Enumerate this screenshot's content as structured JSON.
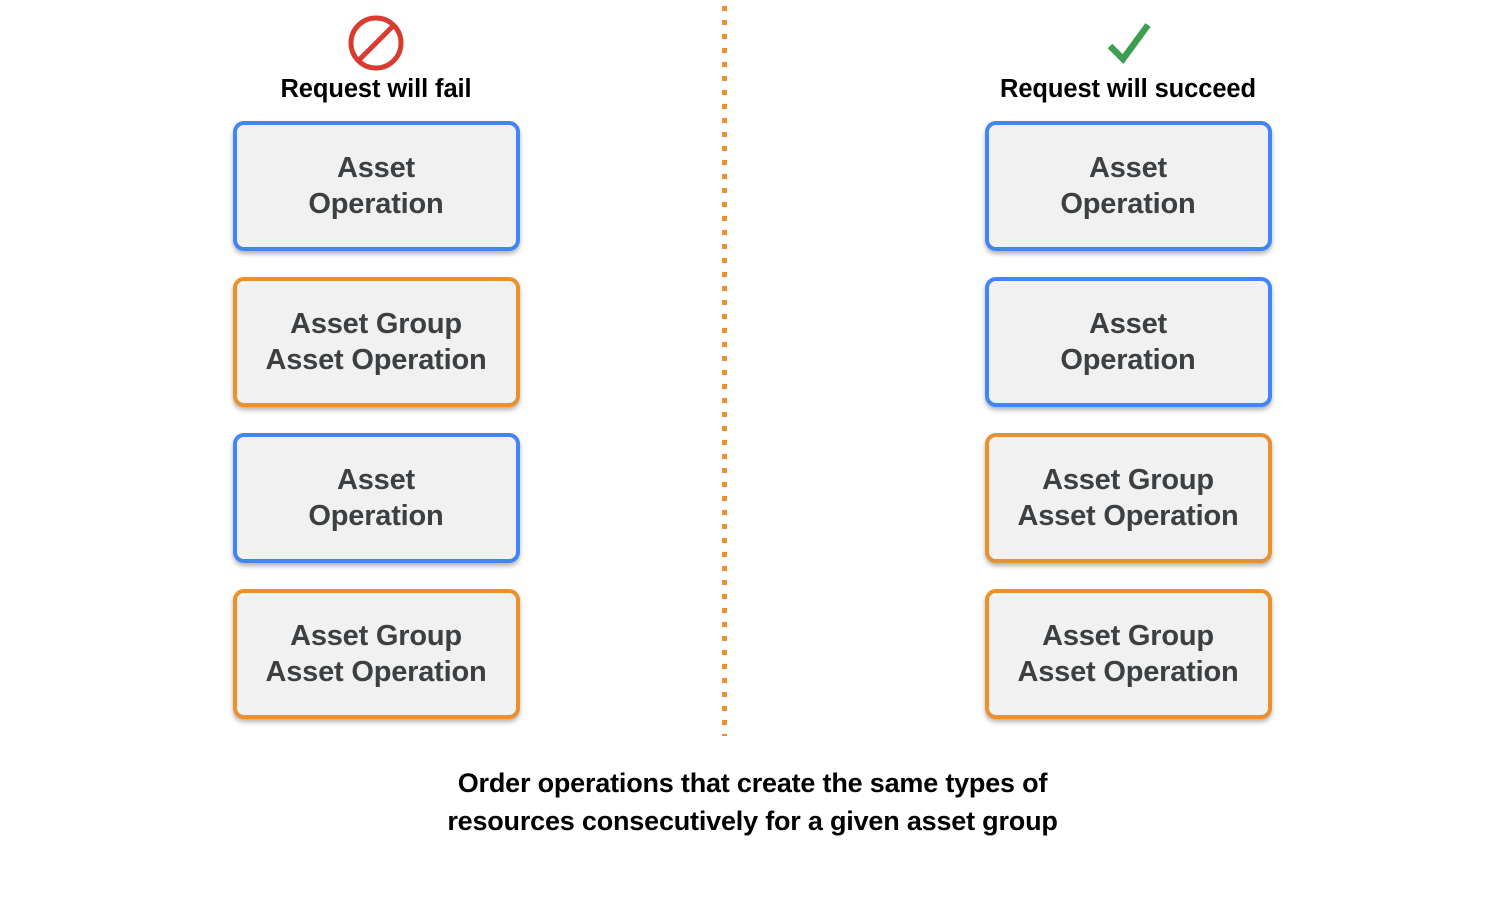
{
  "theme": {
    "background": "#ffffff",
    "card_fill": "#F1F1F1",
    "card_text": "#3C4043",
    "blue": "#4285F4",
    "orange": "#E8912D",
    "red": "#D93B30",
    "green": "#3C9F50",
    "caption_text": "#000000"
  },
  "divider": {
    "style": "dotted-vertical",
    "color": "#E8912D"
  },
  "columns": [
    {
      "id": "fail",
      "icon": "prohibition-icon",
      "icon_color": "#D93B30",
      "title": "Request will fail",
      "cards": [
        {
          "label": "Asset\nOperation",
          "type": "asset-operation",
          "color": "#4285F4"
        },
        {
          "label": "Asset Group\nAsset Operation",
          "type": "asset-group-asset-operation",
          "color": "#E8912D"
        },
        {
          "label": "Asset\nOperation",
          "type": "asset-operation",
          "color": "#4285F4"
        },
        {
          "label": "Asset Group\nAsset Operation",
          "type": "asset-group-asset-operation",
          "color": "#E8912D"
        }
      ]
    },
    {
      "id": "succeed",
      "icon": "checkmark-icon",
      "icon_color": "#3C9F50",
      "title": "Request will succeed",
      "cards": [
        {
          "label": "Asset\nOperation",
          "type": "asset-operation",
          "color": "#4285F4"
        },
        {
          "label": "Asset\nOperation",
          "type": "asset-operation",
          "color": "#4285F4"
        },
        {
          "label": "Asset Group\nAsset Operation",
          "type": "asset-group-asset-operation",
          "color": "#E8912D"
        },
        {
          "label": "Asset Group\nAsset Operation",
          "type": "asset-group-asset-operation",
          "color": "#E8912D"
        }
      ]
    }
  ],
  "caption": "Order operations that create the same types of\nresources consecutively for a given asset group"
}
